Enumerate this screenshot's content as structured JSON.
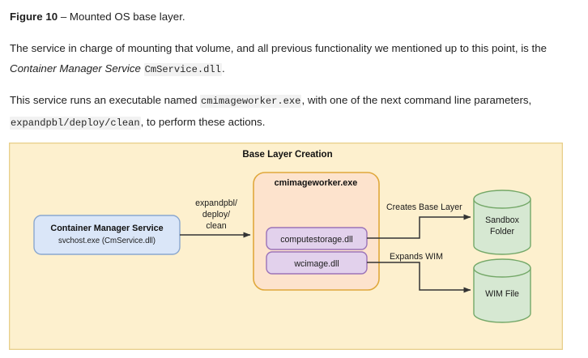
{
  "document": {
    "figure_caption": {
      "label": "Figure 10",
      "dash": " – ",
      "text": "Mounted OS base layer."
    },
    "paragraphs": [
      {
        "id": "para-service",
        "runs": [
          {
            "type": "text",
            "value": "The service in charge of mounting that volume, and all previous functionality we mentioned up to this point, is the "
          },
          {
            "type": "italic",
            "value": "Container Manager Service"
          },
          {
            "type": "text",
            "value": " "
          },
          {
            "type": "code",
            "value": "CmService.dll"
          },
          {
            "type": "text",
            "value": "."
          }
        ]
      },
      {
        "id": "para-executable",
        "runs": [
          {
            "type": "text",
            "value": "This service runs an executable named "
          },
          {
            "type": "code",
            "value": "cmimageworker.exe"
          },
          {
            "type": "text",
            "value": ", with one of the next command line parameters, "
          },
          {
            "type": "code",
            "value": "expandpbl/deploy/clean"
          },
          {
            "type": "text",
            "value": ", to perform these actions."
          }
        ]
      }
    ]
  },
  "diagram": {
    "title": "Base Layer Creation",
    "container": {
      "fill": "#fdf0ce",
      "stroke": "#e8cf8b"
    },
    "nodes": {
      "container_manager": {
        "title": "Container Manager Service",
        "subtitle": "svchost.exe (CmService.dll)",
        "fill": "#dae6f8",
        "stroke": "#8aa7cf"
      },
      "cmimageworker": {
        "title": "cmimageworker.exe",
        "fill": "#fde3cd",
        "stroke": "#e0a83c"
      },
      "computestorage": {
        "label": "computestorage.dll",
        "fill": "#e2d1ec",
        "stroke": "#9b72b8"
      },
      "wcimage": {
        "label": "wcimage.dll",
        "fill": "#e2d1ec",
        "stroke": "#9b72b8"
      },
      "sandbox_folder": {
        "label_line1": "Sandbox",
        "label_line2": "Folder",
        "fill": "#d6e8d2",
        "stroke": "#74a868"
      },
      "wim_file": {
        "label_line1": "WIM File",
        "label_line2": "",
        "fill": "#d6e8d2",
        "stroke": "#74a868"
      }
    },
    "edges": {
      "cm_to_worker": {
        "line1": "expandpbl/",
        "line2": "deploy/",
        "line3": "clean"
      },
      "creates_base_layer": {
        "label": "Creates Base Layer"
      },
      "expands_wim": {
        "label": "Expands WIM"
      }
    },
    "arrow_color": "#333333"
  }
}
